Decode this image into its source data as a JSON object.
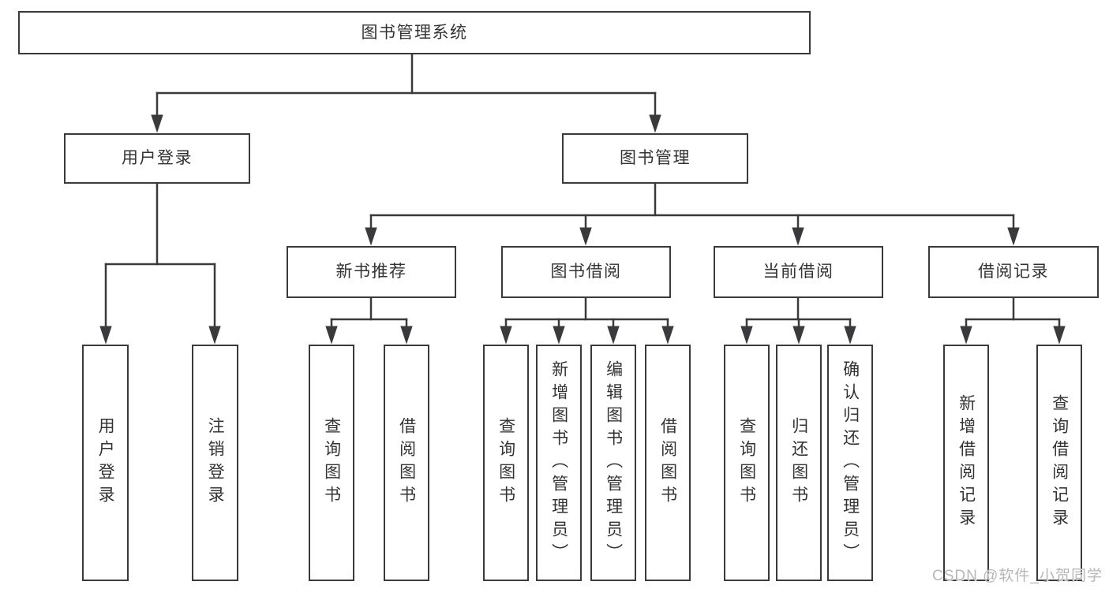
{
  "diagram": {
    "root": {
      "label": "图书管理系统"
    },
    "branches": [
      {
        "label": "用户登录",
        "children": [
          {
            "label": "用户登录"
          },
          {
            "label": "注销登录"
          }
        ]
      },
      {
        "label": "图书管理",
        "children": [
          {
            "label": "新书推荐",
            "children": [
              {
                "label": "查询图书"
              },
              {
                "label": "借阅图书"
              }
            ]
          },
          {
            "label": "图书借阅",
            "children": [
              {
                "label": "查询图书"
              },
              {
                "label": "新增图书（管理员）"
              },
              {
                "label": "编辑图书（管理员）"
              },
              {
                "label": "借阅图书"
              }
            ]
          },
          {
            "label": "当前借阅",
            "children": [
              {
                "label": "查询图书"
              },
              {
                "label": "归还图书"
              },
              {
                "label": "确认归还（管理员）"
              }
            ]
          },
          {
            "label": "借阅记录",
            "children": [
              {
                "label": "新增借阅记录"
              },
              {
                "label": "查询借阅记录"
              }
            ]
          }
        ]
      }
    ],
    "colors": {
      "line": "#3a3a3c",
      "box_border": "#3a3a3c",
      "text": "#333333",
      "background": "#ffffff",
      "watermark": "#b7b7b7"
    }
  },
  "watermark": {
    "text": "CSDN @软件_小贺同学"
  }
}
